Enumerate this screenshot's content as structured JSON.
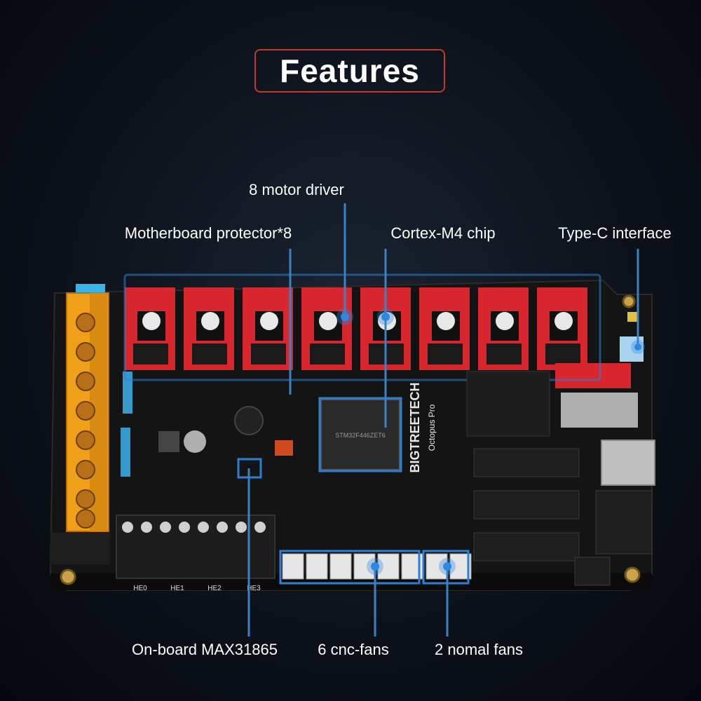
{
  "header": {
    "title": "Features"
  },
  "callouts": {
    "motor_driver": "8 motor driver",
    "protector": "Motherboard protector*8",
    "chip": "Cortex-M4 chip",
    "typec": "Type-C interface",
    "max": "On-board MAX31865",
    "cnc_fans": "6 cnc-fans",
    "normal_fans": "2 nomal fans"
  },
  "board": {
    "brand": "BIGTREETECH",
    "model": "Octopus Pro",
    "heater_labels": [
      "HE0",
      "HE1",
      "HE2",
      "HE3"
    ],
    "chip_marking": "STM32F446ZET6"
  },
  "colors": {
    "accent_red": "#c0392b",
    "highlight_blue": "#2f7fd0",
    "driver_red": "#d8262e",
    "terminal_orange": "#f0a018"
  }
}
